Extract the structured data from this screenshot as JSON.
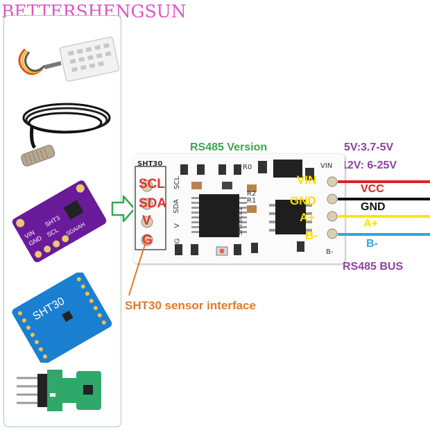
{
  "brand": "BETTERSHENGSUN",
  "diagram": {
    "title": "RS485 Version",
    "power_5v": "5V:3.7-5V",
    "power_12v": "12V: 6-25V",
    "wires": {
      "vcc": "VCC",
      "gnd": "GND",
      "a": "A+",
      "b": "B-"
    },
    "bus_label": "RS485 BUS",
    "sensor_interface": "SHT30 sensor interface",
    "left_pins": [
      "SCL",
      "SDA",
      "V",
      "G"
    ],
    "right_pins": [
      "VIN",
      "GND",
      "A+",
      "B-"
    ]
  },
  "board": {
    "header": "SHT30",
    "silk_left": [
      "SCL",
      "SDA",
      "V",
      "G"
    ],
    "r0": "R0",
    "r2": "R2",
    "r1": "R1",
    "vin": "VIN",
    "b_minus": "B-",
    "chip_code": "SHT8C01"
  },
  "sidebar": {
    "module_purple": [
      "VIN",
      "GND",
      "SCL",
      "SDA/AH",
      "SHT3"
    ],
    "module_blue": "SHT30"
  },
  "colors": {
    "title_green": "#3aa64a",
    "purple_label": "#9040a0",
    "orange": "#e07a28",
    "pin_yellow": "#ffdd00",
    "vcc_red": "#e02020",
    "gnd_black": "#111111",
    "a_yellow": "#ffe600",
    "b_blue": "#35a4dc",
    "brand_pink": "#e052c9"
  }
}
